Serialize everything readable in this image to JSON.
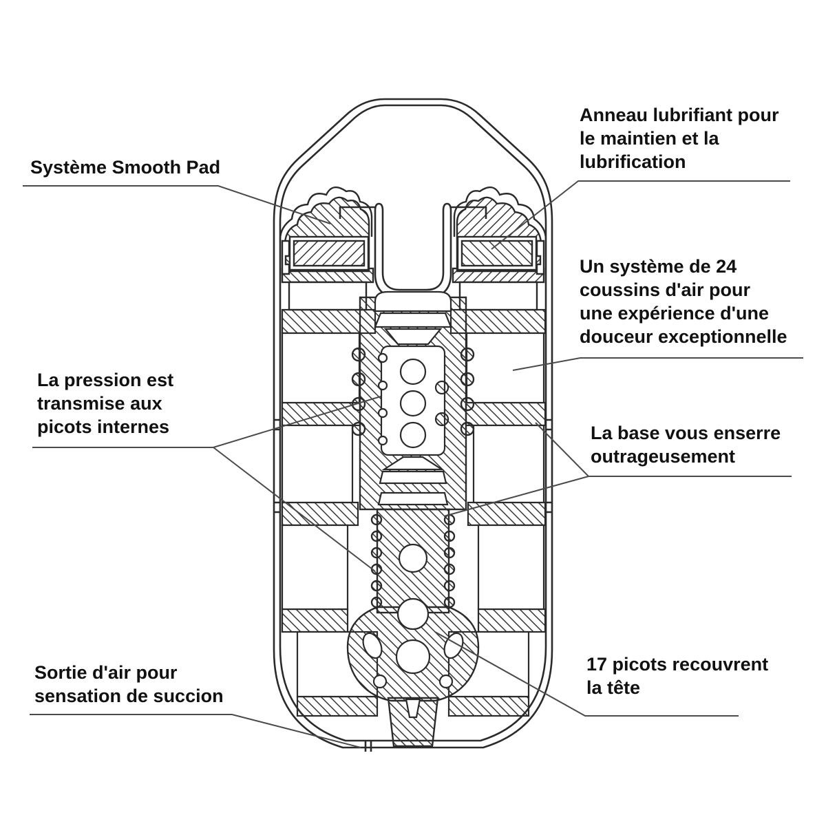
{
  "figure": {
    "type": "technical-cross-section",
    "line_color": "#2a2a2a",
    "leader_color": "#4a4a4a",
    "background": "#ffffff"
  },
  "labels": {
    "smooth_pad": "Système Smooth Pad",
    "anneau": "Anneau lubrifiant pour\nle maintien et la\nlubrification",
    "coussins": "Un système de 24\ncoussins d'air pour\nune expérience d'une\ndouceur exceptionnelle",
    "pression": "La pression est\ntransmise aux\npicots internes",
    "base": "La base vous enserre\noutrageusement",
    "sortie": "Sortie d'air pour\nsensation de succion",
    "picots": "17 picots recouvrent\nla tête"
  }
}
